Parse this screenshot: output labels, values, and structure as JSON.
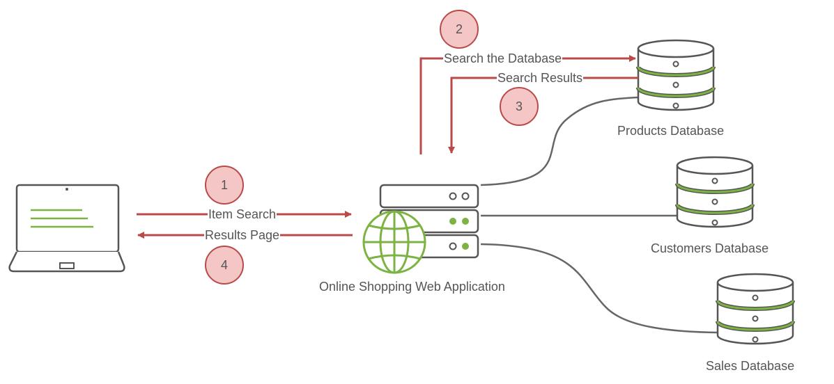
{
  "colors": {
    "arrow": "#b94a48",
    "step_fill": "#f4c6c6",
    "connector": "#666666",
    "accent_green": "#7cb342",
    "text": "#555555"
  },
  "labels": {
    "app": "Online Shopping Web Application",
    "products_db": "Products Database",
    "customers_db": "Customers Database",
    "sales_db": "Sales Database"
  },
  "arrows": {
    "item_search": "Item Search",
    "results_page": "Results Page",
    "search_db": "Search the Database",
    "search_results": "Search Results"
  },
  "steps": [
    "1",
    "2",
    "3",
    "4"
  ],
  "icons": {
    "client": "laptop-icon",
    "app": "globe-icon",
    "server": "server-icon",
    "database": "database-icon"
  }
}
